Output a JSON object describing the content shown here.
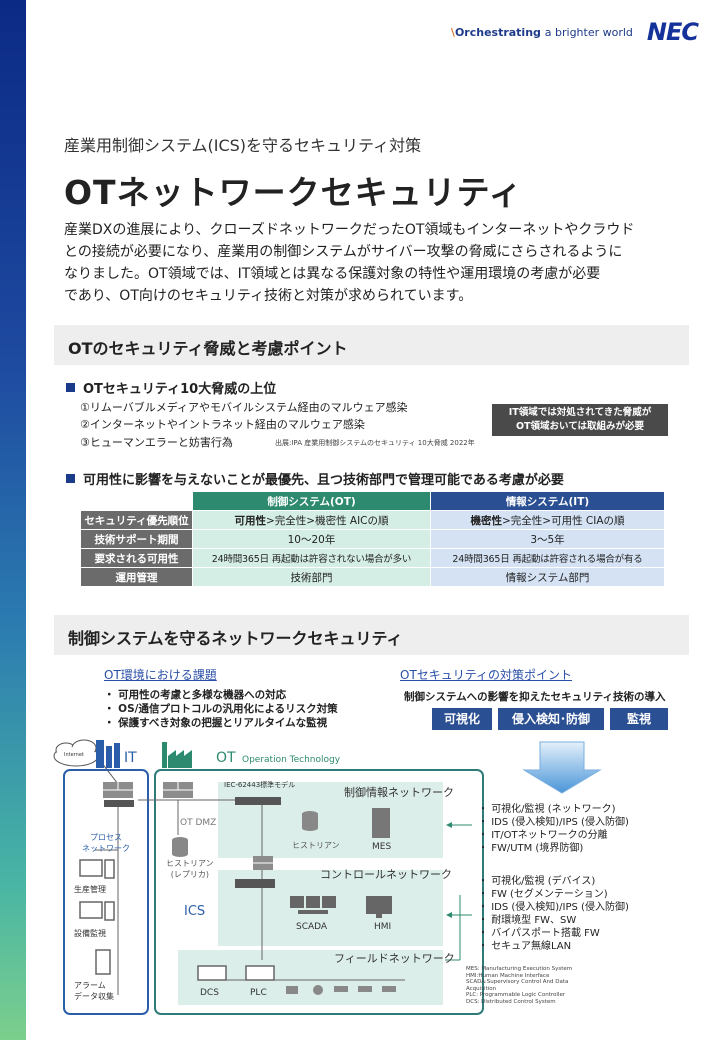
{
  "brand": {
    "tagline_strong": "Orchestrating",
    "tagline_rest": "a brighter world",
    "logo": "NEC"
  },
  "header": {
    "subtitle": "産業用制御システム(ICS)を守るセキュリティ対策",
    "title": "OTネットワークセキュリティ",
    "intro": [
      "産業DXの進展により、クローズドネットワークだったOT領域もインターネットやクラウド",
      "との接続が必要になり、産業用の制御システムがサイバー攻撃の脅威にさらされるように",
      "なりました。OT領域では、IT領域とは異なる保護対象の特性や運用環境の考慮が必要",
      "であり、OT向けのセキュリティ技術と対策が求められています。"
    ]
  },
  "section1": {
    "title": "OTのセキュリティ脅威と考慮ポイント",
    "threats_heading": "OTセキュリティ10大脅威の上位",
    "threats": [
      "①リムーバブルメディアやモバイルシステム経由のマルウェア感染",
      "②インターネットやイントラネット経由のマルウェア感染",
      "③ヒューマンエラーと妨害行為"
    ],
    "source": "出展:IPA 産業用制御システムのセキュリティ 10大脅威 2022年",
    "callout": [
      "IT領域では対処されてきた脅威が",
      "OT領域おいては取組みが必要"
    ],
    "availability_heading": "可用性に影響を与えないことが最優先、且つ技術部門で管理可能である考慮が必要",
    "table": {
      "col_ot": "制御システム(OT)",
      "col_it": "情報システム(IT)",
      "rows": [
        {
          "label": "セキュリティ優先順位",
          "ot_strong": "可用性",
          "ot": ">完全性>機密性 AICの順",
          "it_strong": "機密性",
          "it": ">完全性>可用性 CIAの順"
        },
        {
          "label": "技術サポート期間",
          "ot_strong": "",
          "ot": "10～20年",
          "it_strong": "",
          "it": "3～5年"
        },
        {
          "label": "要求される可用性",
          "ot_strong": "",
          "ot": "24時間365日 再起動は許容されない場合が多い",
          "it_strong": "",
          "it": "24時間365日 再起動は許容される場合が有る"
        },
        {
          "label": "運用管理",
          "ot_strong": "",
          "ot": "技術部門",
          "it_strong": "",
          "it": "情報システム部門"
        }
      ]
    }
  },
  "section2": {
    "title": "制御システムを守るネットワークセキュリティ",
    "issues_heading": "OT環境における課題",
    "issues": [
      "可用性の考慮と多様な機器への対応",
      "OS/通信プロトコルの汎用化によるリスク対策",
      "保護すべき対象の把握とリアルタイムな監視"
    ],
    "points_heading": "OTセキュリティの対策ポイント",
    "points_text": "制御システムへの影響を抑えたセキュリティ技術の導入",
    "pills": [
      "可視化",
      "侵入検知･防御",
      "監視"
    ]
  },
  "diagram": {
    "internet": "Internet",
    "it": "IT",
    "ot": "OT",
    "ot_sub": "Operation Technology",
    "iec": "IEC-62443標準モデル",
    "ot_dmz": "OT DMZ",
    "process_net": [
      "プロセス",
      "ネットワーク"
    ],
    "historian_mirror": [
      "ヒストリアン",
      "(レプリカ)"
    ],
    "ics": "ICS",
    "info_net": "制御情報ネットワーク",
    "control_net": "コントロールネットワーク",
    "field_net": "フィールドネットワーク",
    "historian": "ヒストリアン",
    "mes": "MES",
    "scada": "SCADA",
    "hmi": "HMI",
    "dcs": "DCS",
    "plc": "PLC",
    "it_nodes": [
      "生産管理",
      "設備監視",
      "アラーム",
      "データ収集"
    ],
    "right_top": [
      "可視化/監視 (ネットワーク)",
      "IDS (侵入検知)/IPS (侵入防御)",
      "IT/OTネットワークの分離",
      "FW/UTM (境界防御)"
    ],
    "right_bottom": [
      "可視化/監視 (デバイス)",
      "FW (セグメンテーション)",
      "IDS (侵入検知)/IPS (侵入防御)",
      "耐環境型 FW、SW",
      "バイパスポート搭載 FW",
      "セキュア無線LAN"
    ],
    "abbr": [
      "MES: Manufacturing Execution System",
      "HMI:Human Machine Interface",
      "SCADA:Supervisory Control And Data",
      "Acquisition",
      "PLC: Programmable Logic Controller",
      "DCS: Distributed Control System"
    ]
  },
  "colors": {
    "teal": "#2d8a6e",
    "navy": "#2a4f92",
    "ot_line": "#2f7a7a"
  }
}
